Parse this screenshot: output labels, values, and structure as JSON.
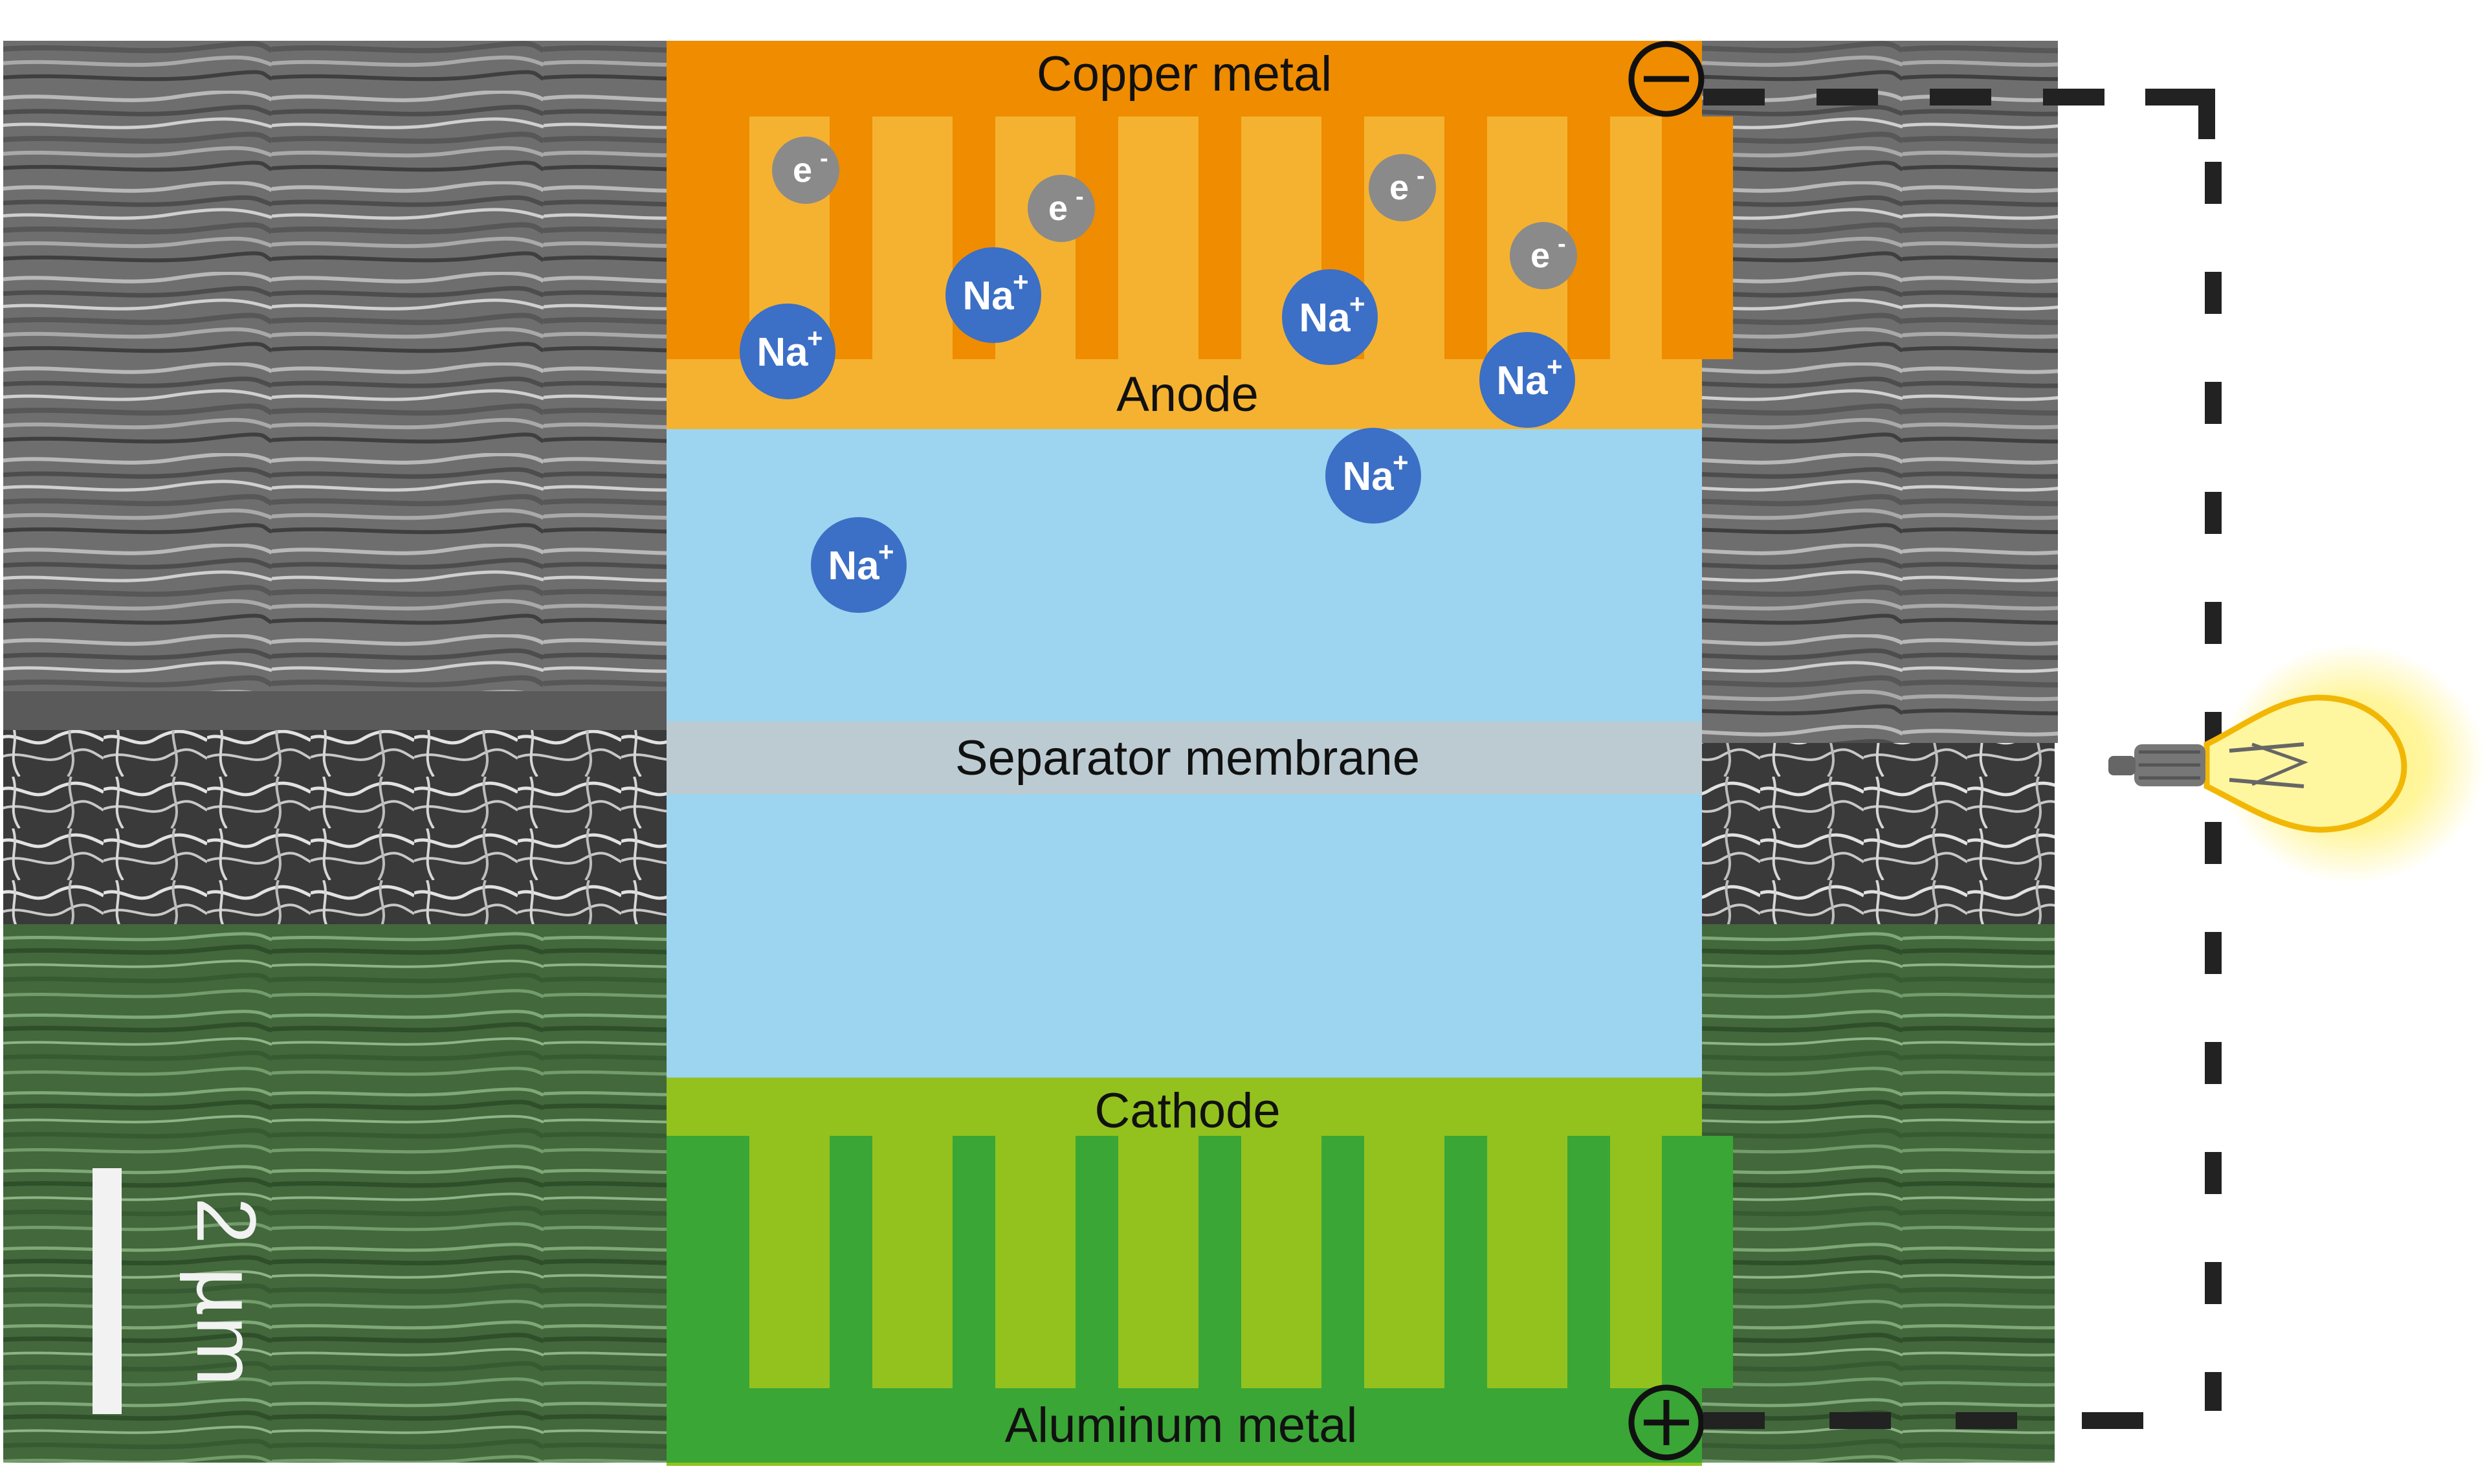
{
  "layers": {
    "copper": "Copper metal",
    "anode": "Anode",
    "separator": "Separator membrane",
    "cathode": "Cathode",
    "aluminum": "Aluminum metal"
  },
  "terminals": {
    "negative": "−",
    "positive": "+"
  },
  "particles": {
    "electron_label": "e",
    "electron_charge": "-",
    "sodium_label": "Na",
    "sodium_charge": "+"
  },
  "scale_bar": {
    "label": "2 µm"
  },
  "colors": {
    "copper_orange": "#ef8c00",
    "anode_light": "#f5b230",
    "electrolyte_blue": "#9dd4ef",
    "separator_gray": "#bccbd2",
    "cathode_light": "#93c21f",
    "aluminum_green": "#3aa635",
    "sodium_blue": "#3c6fc6",
    "electron_gray": "#8a8a8a",
    "bulb_glow": "#fff27a"
  },
  "icons": {
    "bulb": "light-bulb-icon",
    "negative_terminal": "minus-circle-icon",
    "positive_terminal": "plus-circle-icon"
  }
}
